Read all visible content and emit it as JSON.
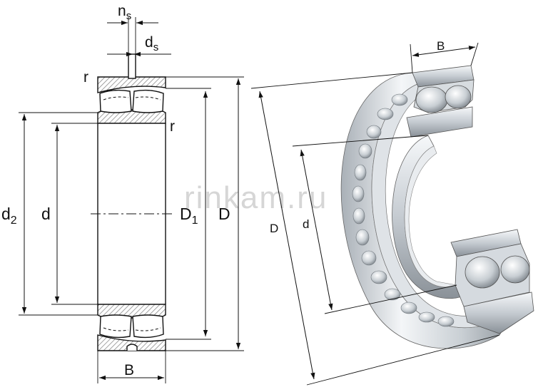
{
  "watermark": "rinkam.ru",
  "section_view": {
    "labels": {
      "ns_main": "n",
      "ns_sub": "s",
      "ds_main": "d",
      "ds_sub": "s",
      "r_top": "r",
      "r_right": "r",
      "d2_main": "d",
      "d2_sub": "2",
      "d": "d",
      "D1_main": "D",
      "D1_sub": "1",
      "D": "D",
      "B": "B"
    }
  },
  "perspective_view": {
    "labels": {
      "B": "B",
      "D": "D",
      "d": "d"
    }
  },
  "colors": {
    "line": "#111111",
    "hatch": "#9a9a9a",
    "metal_light": "#eef1f4",
    "metal_mid": "#c3c9cf",
    "metal_dark": "#7f868d",
    "watermark": "#d6d6d6"
  }
}
